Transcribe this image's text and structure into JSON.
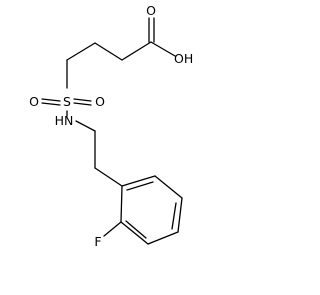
{
  "molecule": {
    "atoms": {
      "carbonyl_o": "O",
      "hydroxyl": "OH",
      "sulfonyl_o_left": "O",
      "sulfur": "S",
      "sulfonyl_o_right": "O",
      "amine": "HN",
      "fluorine": "F"
    },
    "colors": {
      "bond": "#000000",
      "label": "#000000",
      "background": "#ffffff"
    }
  }
}
